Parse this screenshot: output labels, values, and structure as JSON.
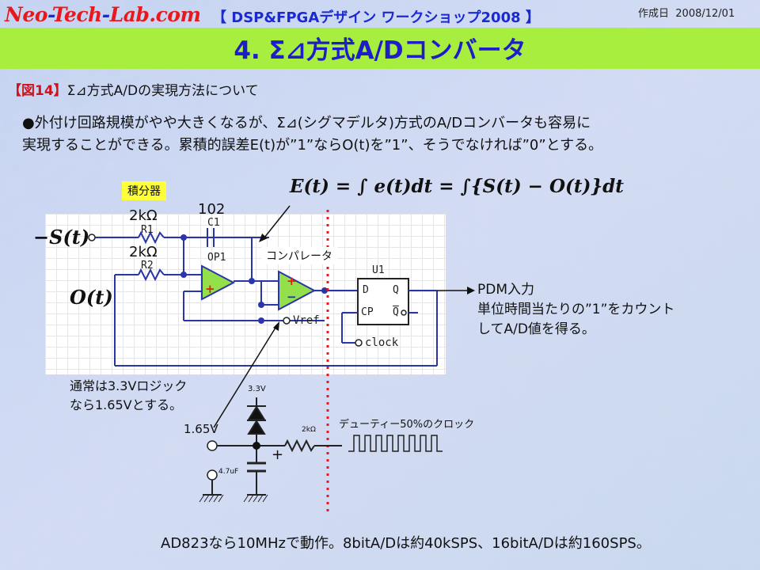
{
  "header": {
    "logo_part1": "Neo",
    "logo_sep1": "-",
    "logo_part2": "Tech",
    "logo_sep2": "-",
    "logo_part3": "Lab.com",
    "workshop": "【 DSP&FPGAデザイン ワークショップ2008 】",
    "date_label": "作成日",
    "date_value": "2008/12/01"
  },
  "title": "4. Σ⊿方式A/Dコンバータ",
  "figure": {
    "label_bracket": "【図14】",
    "label_text": "Σ⊿方式A/Dの実現方法について"
  },
  "description": {
    "line1": "●外付け回路規模がやや大きくなるが、Σ⊿(シグマデルタ)方式のA/Dコンバータも容易に",
    "line2": "実現することができる。累積的誤差E(t)が”1”ならO(t)を”1”、そうでなければ”0”とする。"
  },
  "formula": "E(t) = ∫ e(t)dt = ∫{S(t) − O(t)}dt",
  "circuit": {
    "integrator_label": "積分器",
    "comparator_label": "コンパレータ",
    "input_s": "−S(t)",
    "input_o": "O(t)",
    "r1_value": "2kΩ",
    "r1_name": "R1",
    "r2_value": "2kΩ",
    "r2_name": "R2",
    "c1_value": "102",
    "c1_name": "C1",
    "op1_name": "OP1",
    "u1_name": "U1",
    "ff_d": "D",
    "ff_q": "Q",
    "ff_qbar": "Q",
    "ff_cp": "CP",
    "vref_label": "Vref",
    "clock_label": "clock",
    "plus": "+",
    "minus": "−"
  },
  "output": {
    "line1": "PDM入力",
    "line2": "単位時間当たりの”1”をカウント",
    "line3": "してA/D値を得る。"
  },
  "note": {
    "line1": "通常は3.3Vロジック",
    "line2": "なら1.65Vとする。"
  },
  "clock_circuit": {
    "vcc_label": "3.3V",
    "vout_label": "1.65V",
    "resistor_label": "2kΩ",
    "cap_label": "4.7uF",
    "plus": "+",
    "clock_desc": "デューティー50%のクロック"
  },
  "footer": "AD823なら10MHzで動作。8bitA/Dは約40kSPS、16bitA/Dは約160SPS。",
  "colors": {
    "title_bar": "#a8ee3e",
    "title_text": "#1d1ec8",
    "logo_red": "#e8181c",
    "logo_blue": "#1d2bd4",
    "circuit_wire": "#2a36a8",
    "opamp_fill": "#93e04a",
    "dotted_line": "#e8181c",
    "integrator_bg": "#ffff3a"
  }
}
